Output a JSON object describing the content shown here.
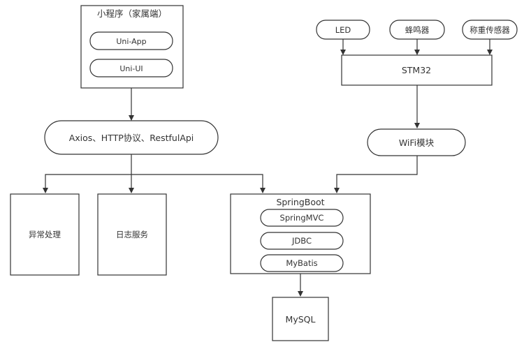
{
  "mini_program": {
    "title": "小程序（家属端）",
    "items": [
      "Uni-App",
      "Uni-UI"
    ]
  },
  "api_layer": "Axios、HTTP协议、RestfulApi",
  "exception_handling": "异常处理",
  "log_service": "日志服务",
  "devices": [
    "LED",
    "蜂鸣器",
    "称重传感器"
  ],
  "mcu": "STM32",
  "wifi_module": "WiFi模块",
  "springboot": {
    "title": "SpringBoot",
    "items": [
      "SpringMVC",
      "JDBC",
      "MyBatis"
    ]
  },
  "database": "MySQL",
  "colors": {
    "stroke": "#333333",
    "fill": "#ffffff",
    "text": "#333333"
  }
}
